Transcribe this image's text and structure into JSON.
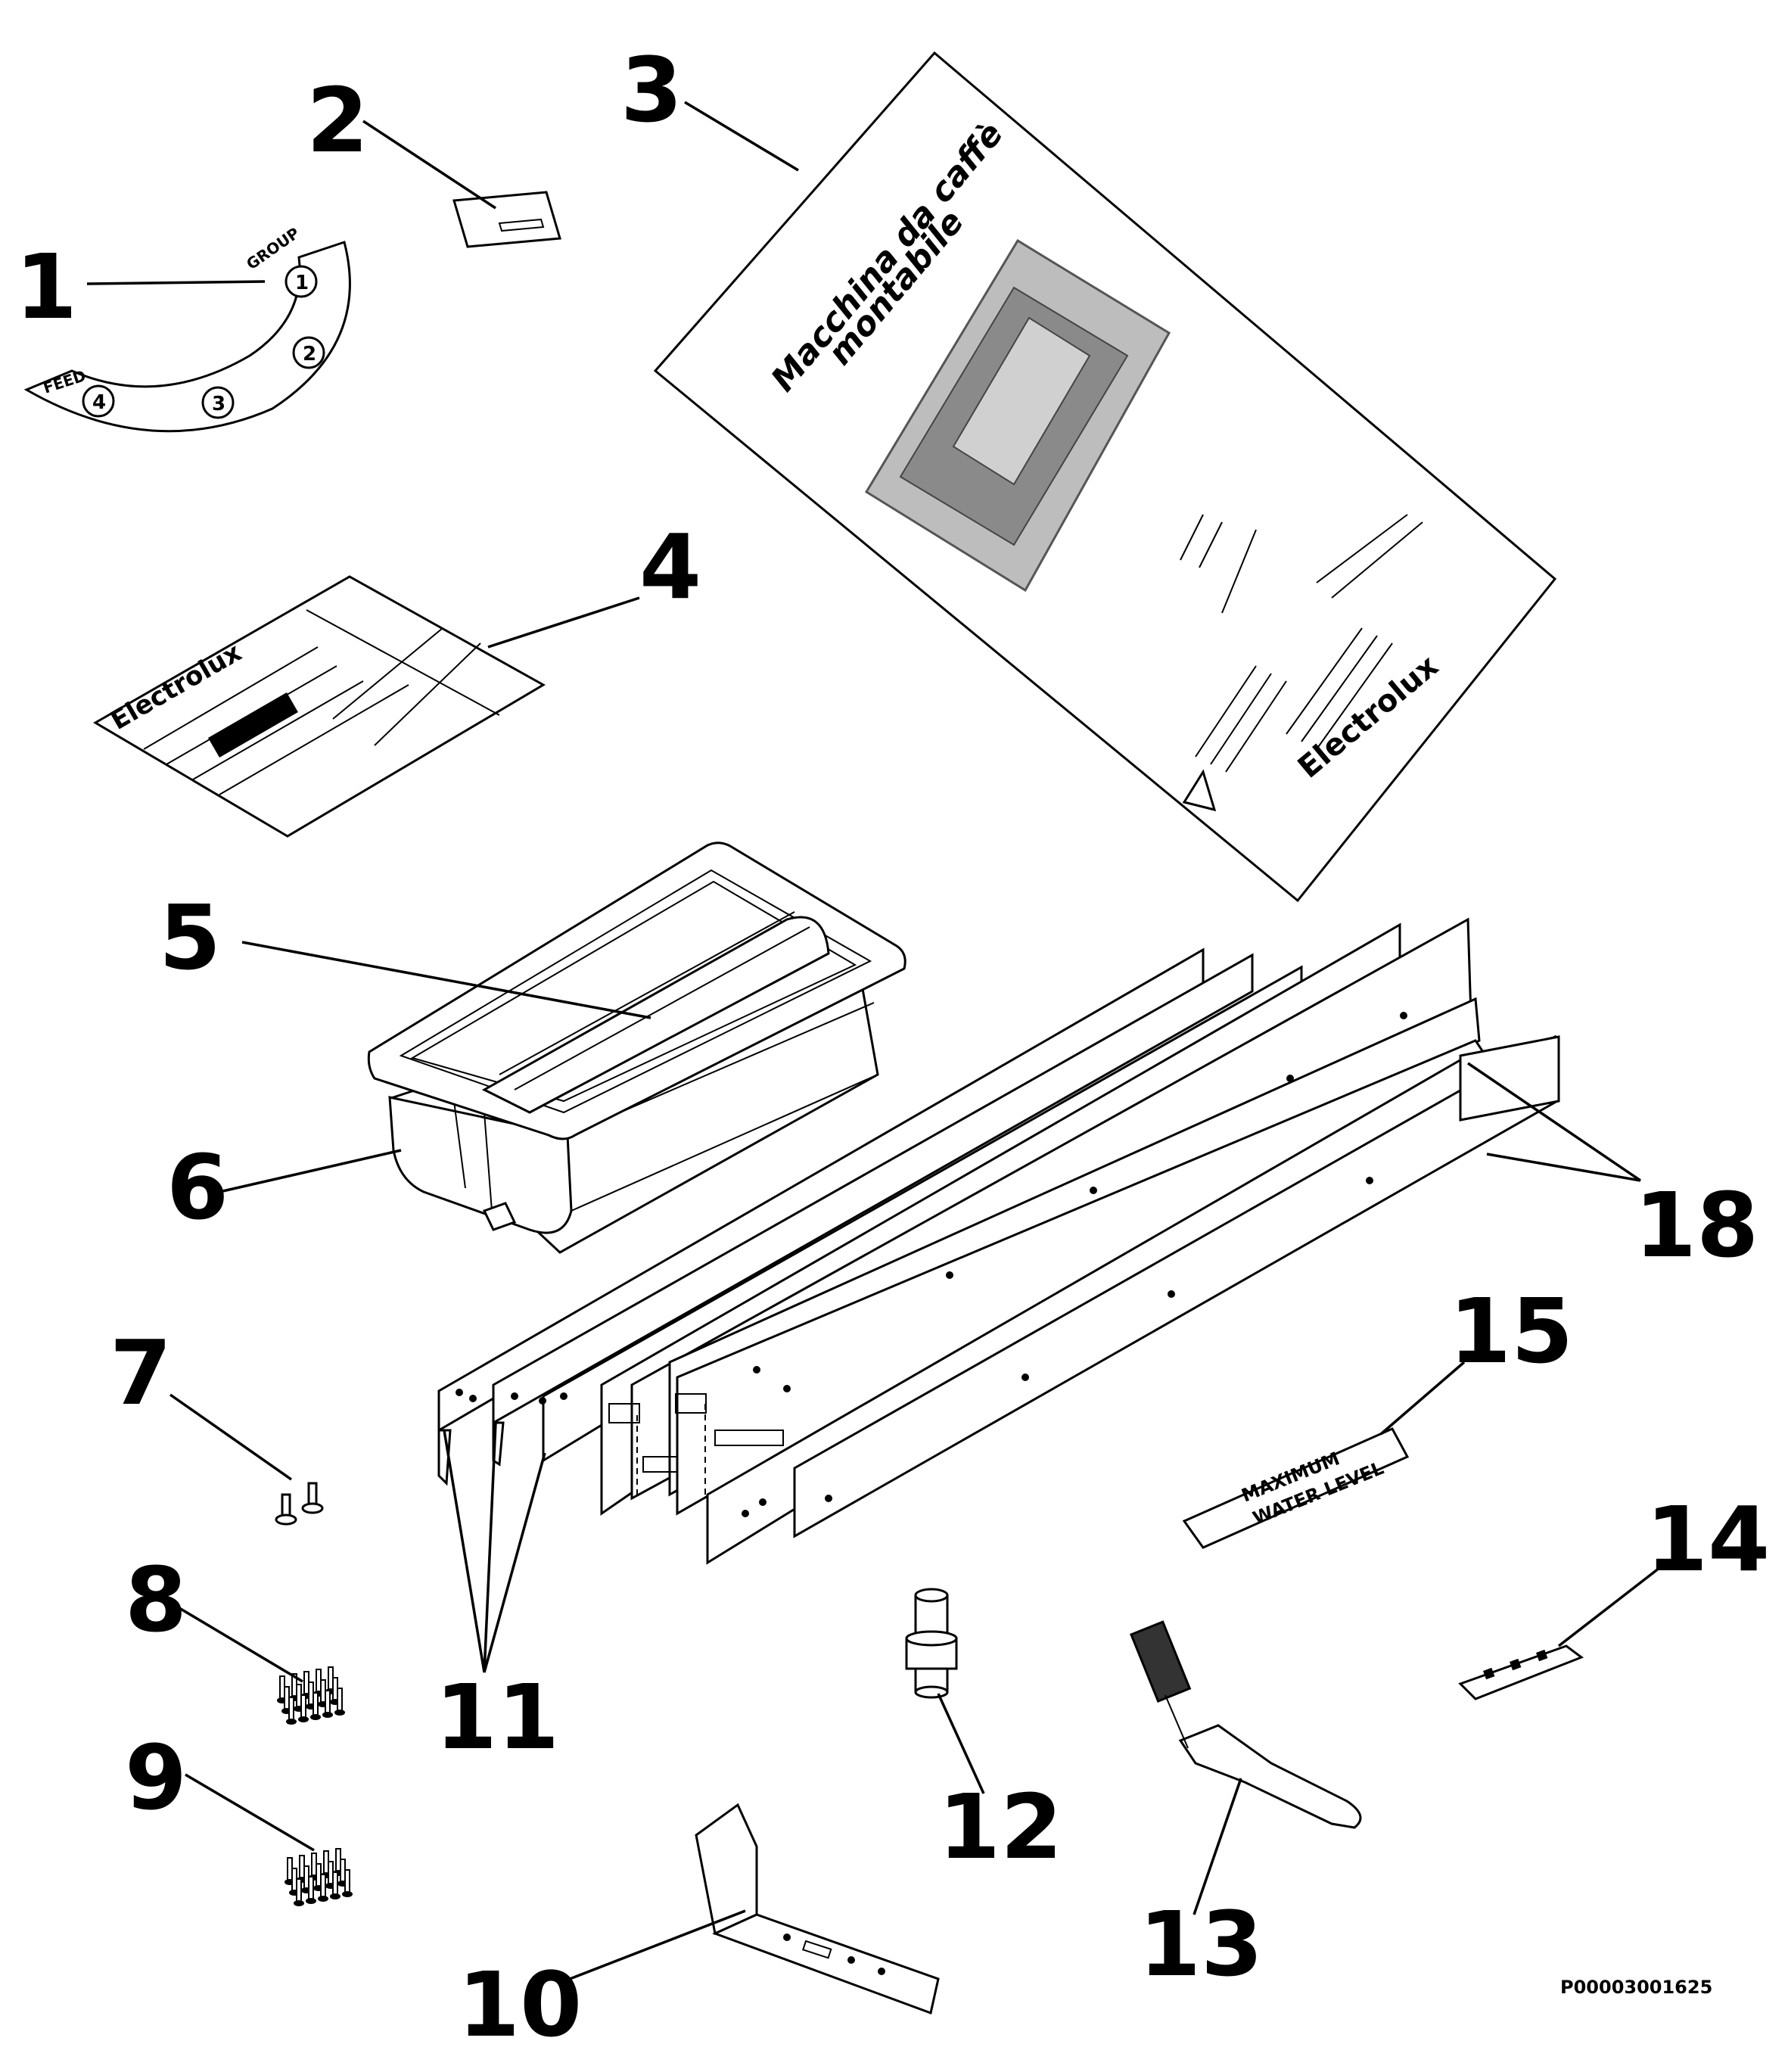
{
  "drawing_code": "P00003001625",
  "callouts": [
    {
      "num": "1"
    },
    {
      "num": "2"
    },
    {
      "num": "3"
    },
    {
      "num": "4"
    },
    {
      "num": "5"
    },
    {
      "num": "6"
    },
    {
      "num": "7"
    },
    {
      "num": "8"
    },
    {
      "num": "9"
    },
    {
      "num": "10"
    },
    {
      "num": "11"
    },
    {
      "num": "12"
    },
    {
      "num": "13"
    },
    {
      "num": "14"
    },
    {
      "num": "15"
    },
    {
      "num": "18"
    }
  ],
  "part1_label": {
    "group_text": "GROUP",
    "feed_text": "FEED",
    "buttons": [
      "1",
      "2",
      "3",
      "4"
    ]
  },
  "part3_manual": {
    "title_line1": "Macchina da caffè",
    "title_line2": "montabile",
    "brand": "Electrolux"
  },
  "part4_plate": {
    "brand": "Electrolux"
  },
  "part15_label": {
    "line1": "MAXIMUM",
    "line2": "WATER LEVEL"
  }
}
